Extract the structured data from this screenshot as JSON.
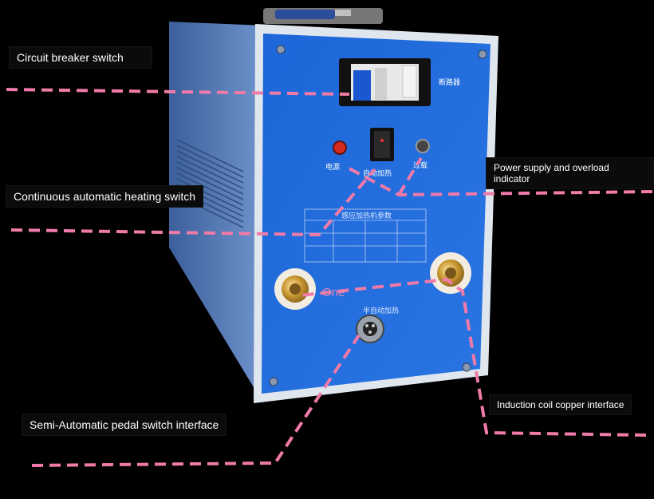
{
  "labels": {
    "circuit_breaker": "Circuit breaker switch",
    "continuous_heating": "Continuous automatic heating switch",
    "power_indicator": "Power supply and overload indicator",
    "induction_coil": "Induction coil copper interface",
    "pedal_switch": "Semi-Automatic pedal switch interface",
    "one": "One"
  },
  "colors": {
    "background": "#000000",
    "panel_blue": "#1f66d6",
    "dash": "#f07aa8",
    "label_bg": "#0b0b0b"
  },
  "panel_text": {
    "breaker_tag": "断路器",
    "power_tag": "电源",
    "heat_tag": "自动加热",
    "overload_tag": "过载",
    "table_title": "感应加热机参数",
    "center_small": "半自动加热"
  }
}
